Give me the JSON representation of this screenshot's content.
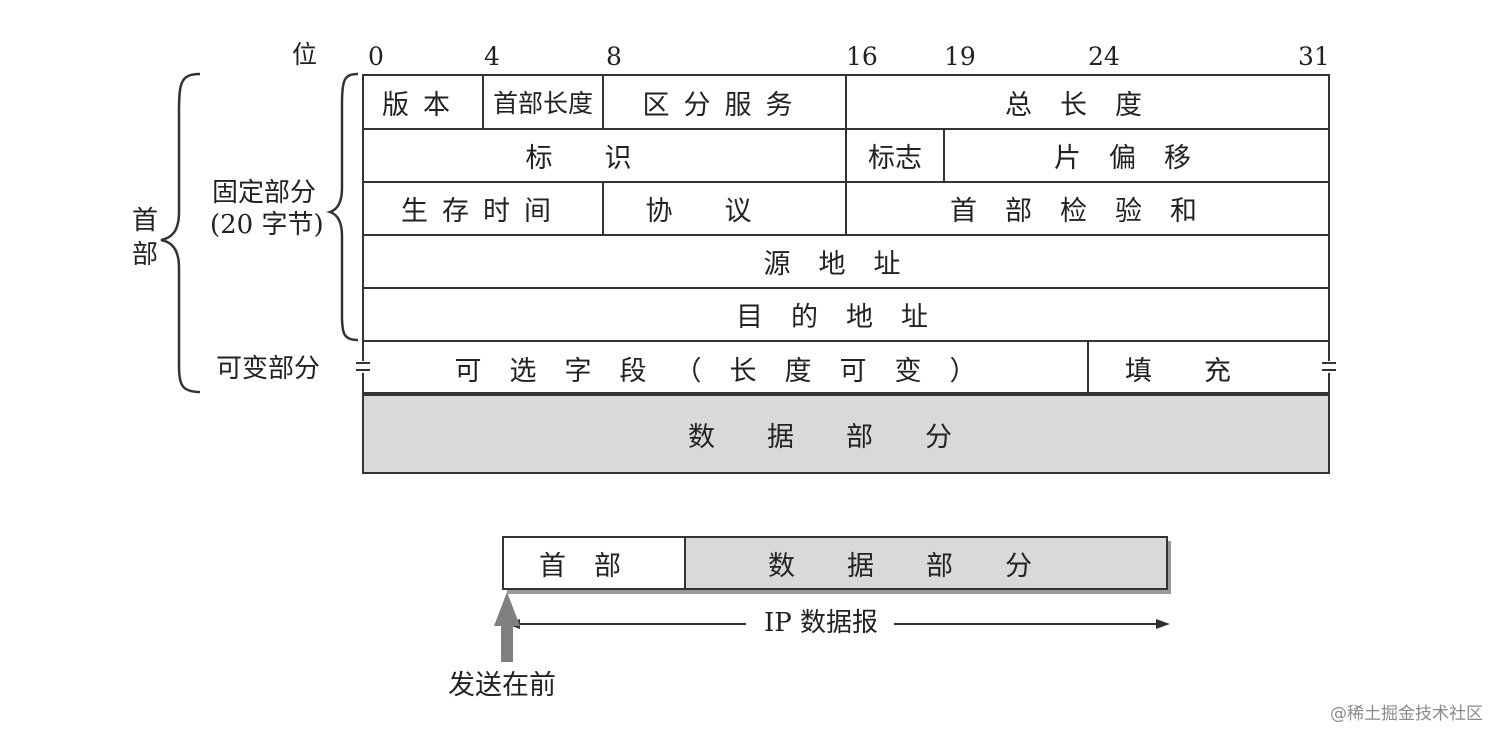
{
  "bit_axis": {
    "label": "位",
    "ticks": [
      "0",
      "4",
      "8",
      "16",
      "19",
      "24",
      "31"
    ]
  },
  "side_labels": {
    "header": "首部",
    "fixed_line1": "固定部分",
    "fixed_line2": "(20 字节)",
    "variable": "可变部分"
  },
  "fields": {
    "version": "版本",
    "header_length": "首部长度",
    "diff_services": "区分服务",
    "total_length": "总长度",
    "identification": "标识",
    "flags": "标志",
    "fragment_offset": "片偏移",
    "ttl": "生存时间",
    "protocol": "协议",
    "header_checksum": "首部检验和",
    "source_address": "源地址",
    "destination_address": "目的地址",
    "options": "可选字段（长度可变）",
    "padding": "填充",
    "data": "数据部分"
  },
  "datagram": {
    "header": "首部",
    "data": "数据部分",
    "span_label": "IP 数据报",
    "send_first": "发送在前"
  },
  "watermark": "@稀土掘金技术社区",
  "colors": {
    "line": "#333333",
    "data_fill": "#d9d9d9",
    "arrow": "#808080"
  }
}
